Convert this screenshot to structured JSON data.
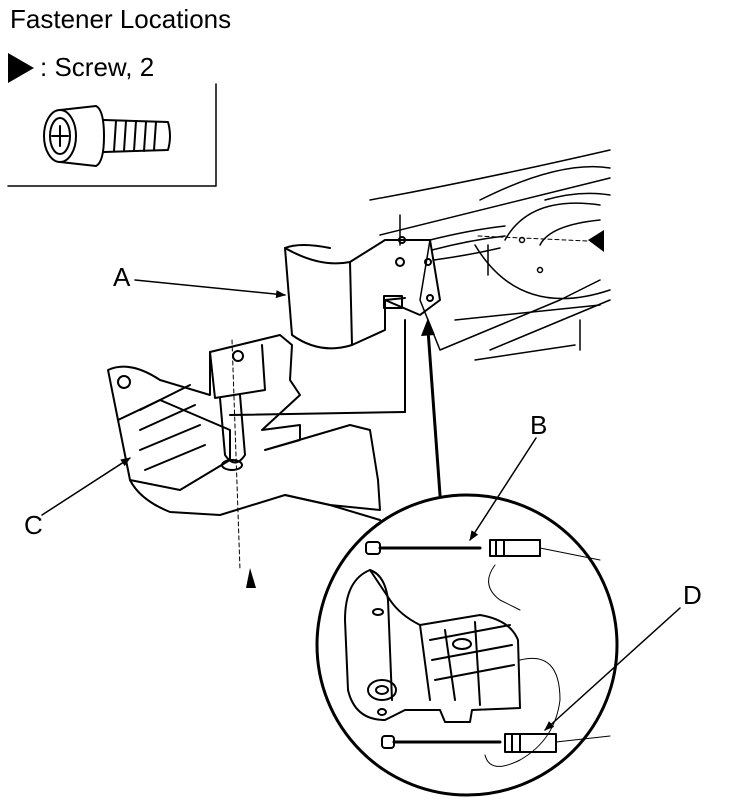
{
  "title": "Fastener Locations",
  "legend": {
    "symbol": "filled-triangle-icon",
    "text": ": Screw, 2"
  },
  "callouts": {
    "a": "A",
    "b": "B",
    "c": "C",
    "d": "D"
  },
  "colors": {
    "line": "#000000",
    "background": "#ffffff"
  }
}
